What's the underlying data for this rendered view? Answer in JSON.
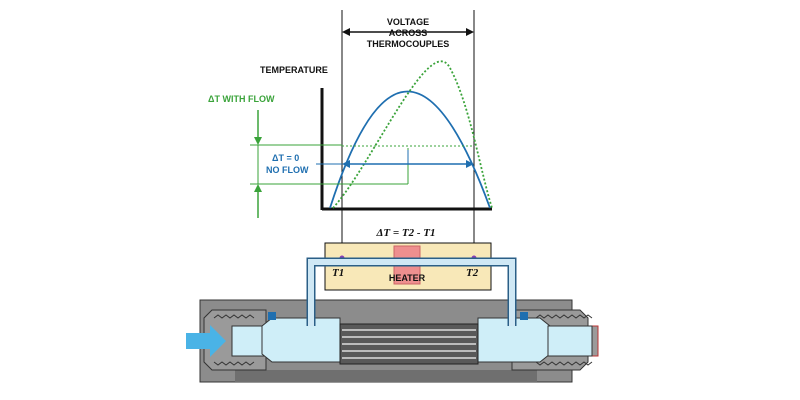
{
  "labels": {
    "voltage": [
      "VOLTAGE",
      "ACROSS",
      "THERMOCOUPLES"
    ],
    "temperature": "TEMPERATURE",
    "dt_with_flow": "ΔT WITH FLOW",
    "dt_zero": "ΔT = 0",
    "no_flow": "NO FLOW",
    "formula": "ΔT = T2 - T1",
    "t1": "T1",
    "t2": "T2",
    "heater": "HEATER"
  },
  "colors": {
    "no_flow_curve": "#1f6fb0",
    "with_flow_curve": "#3aa33a",
    "axis": "#111111",
    "block": "#f8e8b8",
    "heater": "#ee8f8f",
    "tube": "#cfe8f5",
    "body": "#8c8c8c",
    "fluid": "#cfeef8",
    "arrow_in": "#4ab3e6"
  }
}
